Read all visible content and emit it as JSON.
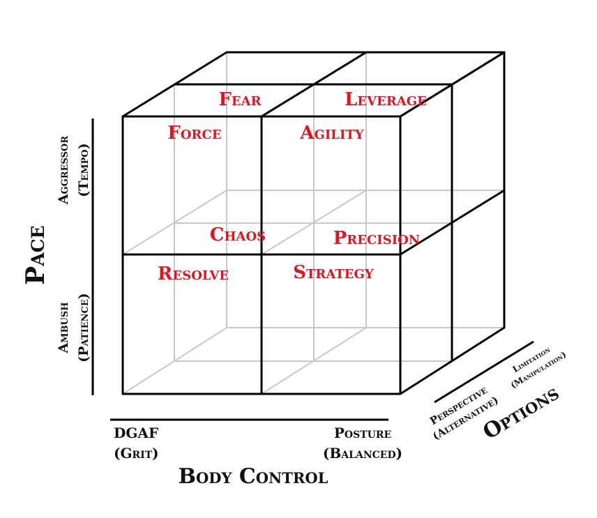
{
  "cells": {
    "back_top_left": "Fear",
    "back_top_right": "Leverage",
    "front_top_left": "Force",
    "front_top_right": "Agility",
    "back_bottom_left": "Chaos",
    "back_bottom_right": "Precision",
    "front_bottom_left": "Resolve",
    "front_bottom_right": "Strategy"
  },
  "axes": {
    "vertical": {
      "title": "Pace",
      "top_label_line1": "Aggressor",
      "top_label_line2": "(Tempo)",
      "bottom_label_line1": "Ambush",
      "bottom_label_line2": "(Patience)"
    },
    "horizontal": {
      "title": "Body Control",
      "left_label_line1": "DGAF",
      "left_label_line2": "(Grit)",
      "right_label_line1": "Posture",
      "right_label_line2": "(Balanced)"
    },
    "depth": {
      "title": "Options",
      "near_label_line1": "Perspective",
      "near_label_line2": "(Alternative)",
      "far_label_line1": "Limitation",
      "far_label_line2": "(Manipulation)"
    }
  },
  "colors": {
    "cell_text": "#e0141e",
    "axis_text": "#111111",
    "front_edges": "#000000",
    "hidden_edges": "#c8c8c8"
  }
}
